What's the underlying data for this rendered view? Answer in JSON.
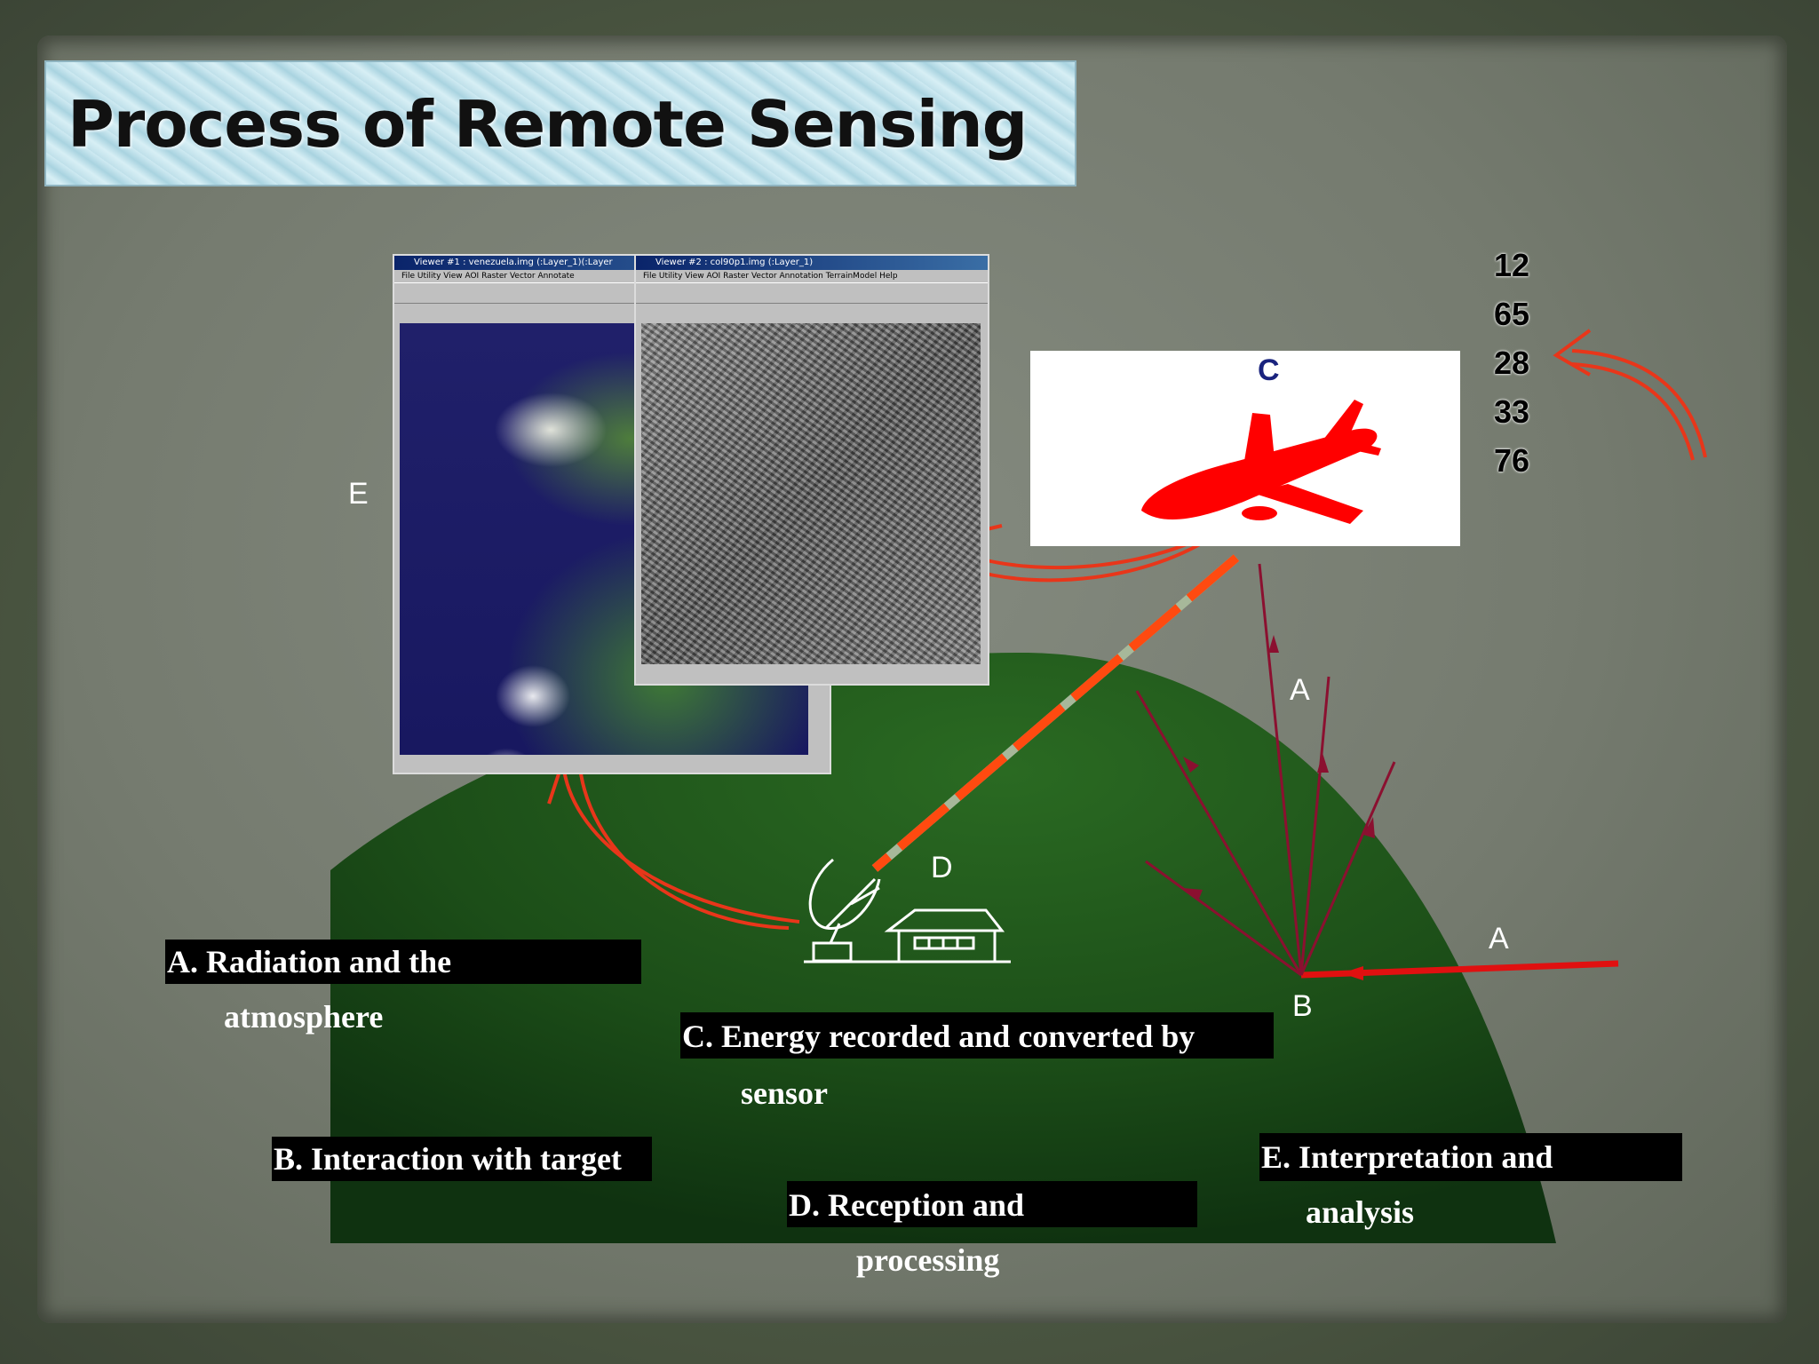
{
  "title": "Process of Remote Sensing",
  "diagram_labels": {
    "E": "E",
    "C": "C",
    "D": "D",
    "A_upper": "A",
    "A_lower": "A",
    "B": "B"
  },
  "digital_values": [
    "12",
    "65",
    "28",
    "33",
    "76"
  ],
  "viewer_windows": {
    "left_title": "Viewer #1 : venezuela.img (:Layer_1)(:Layer",
    "left_menu": "File  Utility  View  AOI  Raster  Vector  Annotate",
    "right_title": "Viewer #2 : col90p1.img (:Layer_1)",
    "right_menu": "File  Utility  View  AOI  Raster  Vector  Annotation  TerrainModel  Help"
  },
  "legend": {
    "a_line1": "A. Radiation and the",
    "a_line2": "atmosphere",
    "b": "B. Interaction with target",
    "c_line1": "C. Energy recorded and converted by",
    "c_line2": "sensor",
    "d_line1": "D. Reception and",
    "d_line2": "processing",
    "e_line1": "E. Interpretation and",
    "e_line2": "analysis"
  },
  "colors": {
    "earth": "#1f5a1a",
    "arrow_red": "#e8361a",
    "ray_dark_red": "#8b1030",
    "plane_red": "#ff0000",
    "label_navy": "#1a237e"
  }
}
